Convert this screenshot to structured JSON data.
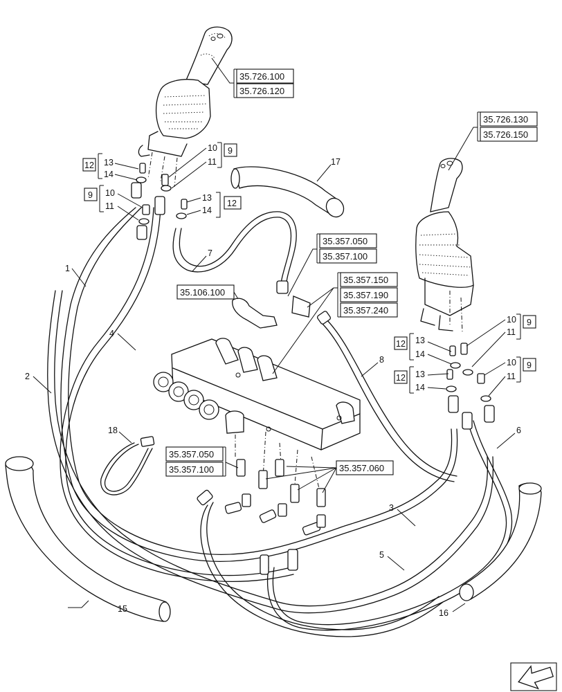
{
  "refs": {
    "r1": "35.726.100",
    "r2": "35.726.120",
    "r3": "35.726.130",
    "r4": "35.726.150",
    "r5": "35.357.050",
    "r6": "35.357.100",
    "r7": "35.106.100",
    "r8": "35.357.150",
    "r9": "35.357.190",
    "r10": "35.357.240",
    "r11": "35.357.050",
    "r12": "35.357.100",
    "r13": "35.357.060"
  },
  "items": {
    "i1": "1",
    "i2": "2",
    "i3": "3",
    "i4": "4",
    "i5": "5",
    "i6": "6",
    "i7": "7",
    "i8": "8",
    "i9": "9",
    "i10": "10",
    "i11": "11",
    "i12": "12",
    "i13": "13",
    "i14": "14",
    "i15": "15",
    "i16": "16",
    "i17": "17",
    "i18": "18"
  }
}
